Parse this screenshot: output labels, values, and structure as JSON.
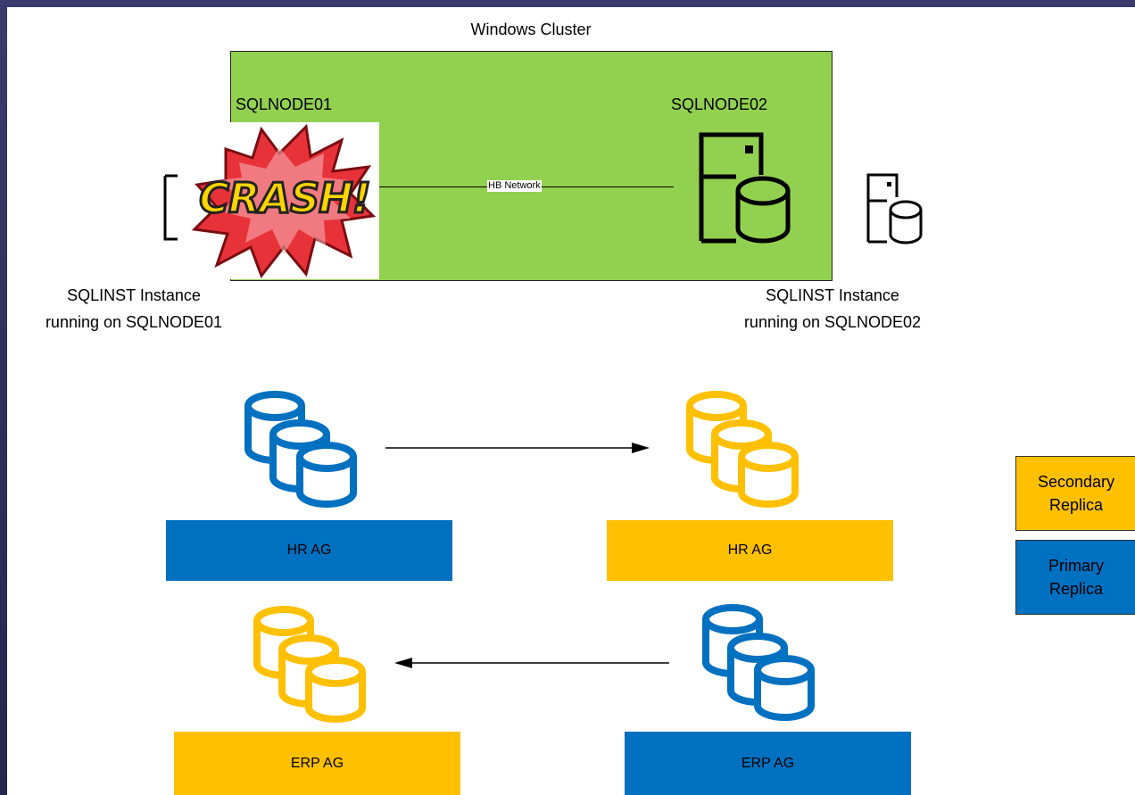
{
  "cluster": {
    "title": "Windows Cluster",
    "node1_name": "SQLNODE01",
    "node2_name": "SQLNODE02",
    "network_label": "HB Network",
    "crash_text": "CRASH!"
  },
  "instances": {
    "left_line1": "SQLINST Instance",
    "left_line2": "running on SQLNODE01",
    "right_line1": "SQLINST Instance",
    "right_line2": "running on SQLNODE02"
  },
  "ags": {
    "hr_left": "HR AG",
    "hr_right": "HR AG",
    "erp_left": "ERP AG",
    "erp_right": "ERP AG"
  },
  "legend": {
    "secondary": "Secondary\nReplica",
    "primary": "Primary\nReplica"
  },
  "colors": {
    "primary": "#0070c0",
    "secondary": "#ffc000",
    "cluster": "#92d050"
  }
}
